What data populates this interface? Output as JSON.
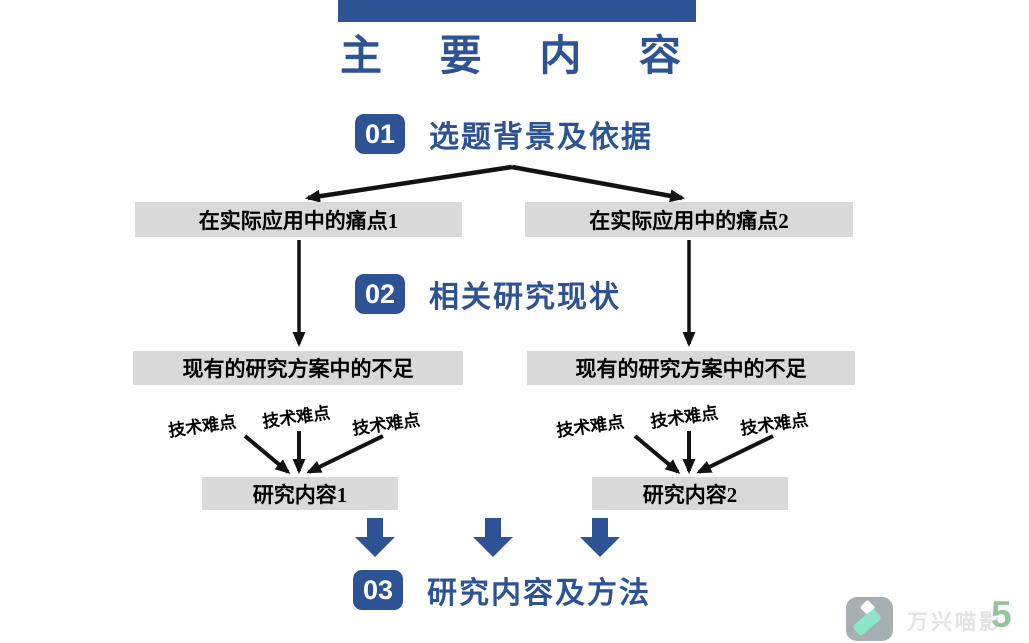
{
  "slide": {
    "title": "主 要 内 容",
    "page_number": "5",
    "watermark_text": "万兴喵影"
  },
  "sections": [
    {
      "number": "01",
      "label": "选题背景及依据"
    },
    {
      "number": "02",
      "label": "相关研究现状"
    },
    {
      "number": "03",
      "label": "研究内容及方法"
    }
  ],
  "flowchart": {
    "pain_point_1": "在实际应用中的痛点1",
    "pain_point_2": "在实际应用中的痛点2",
    "deficiency_1": "现有的研究方案中的不足",
    "deficiency_2": "现有的研究方案中的不足",
    "research_content_1": "研究内容1",
    "research_content_2": "研究内容2",
    "technical_difficulty": "技术难点"
  },
  "icons": {
    "down_block_arrow": "down-arrow",
    "watermark_logo": "filmora-logo"
  },
  "colors": {
    "primary_blue": "#2E5394",
    "box_gray": "#D9D9D9",
    "arrow_black": "#121212",
    "logo_gray": "#9AA4A9",
    "logo_mint": "#7FE3C3",
    "watermark_gray": "#C9CDD0",
    "page_green": "#97C49A"
  }
}
